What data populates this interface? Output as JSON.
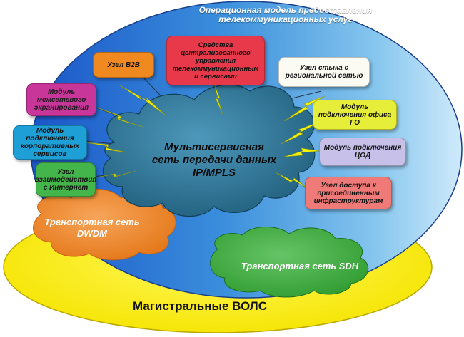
{
  "title": "Операционная модель предоставления телекоммуникационных услуг",
  "core_network": "Мультисервисная сеть передачи данных IP/MPLS",
  "dwdm": "Транспортная сеть DWDM",
  "sdh": "Транспортная сеть SDH",
  "backbone": "Магистральные ВОЛС",
  "nodes": {
    "b2b": "Узел B2B",
    "mgmt": "Средства централизованного управления телекоммуникационным и сервисами",
    "regional": "Узел стыка с региональной сетью",
    "firewall": "Модуль межсетевого экранирования",
    "office_go": "Модуль подключения офиса ГО",
    "corporate": "Модуль подключения корпоративных сервисов",
    "tsod": "Модуль подключения ЦОД",
    "internet": "Узел взаимодействия с Интернет",
    "access": "Узел доступа к присоединенным инфраструктурам"
  },
  "colors": {
    "outer_oval": "#4aa3e0",
    "title_text": "#ffffff",
    "core_cloud": "#2f7a9e",
    "dwdm_cloud": "#f28a2e",
    "sdh_cloud": "#3aa63a",
    "backbone_ring": "#fff200",
    "lightning": "#f2f20a"
  }
}
